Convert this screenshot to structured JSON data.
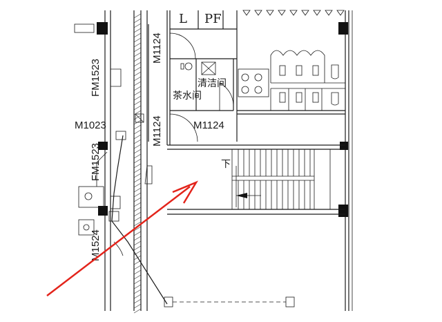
{
  "labels": {
    "room_l": "L",
    "room_pf": "PF",
    "door_m1124_top": "M1124",
    "door_m1124_mid": "M1124",
    "door_m1124_side": "M1124",
    "door_fm1523_top": "FM1523",
    "door_fm1523_mid": "FM1523",
    "door_m1023": "M1023",
    "door_m1524": "M1524",
    "room_tea": "茶水间",
    "room_clean": "清洁间",
    "stair_down": "下"
  },
  "colors": {
    "line": "#1a1a1a",
    "arrow": "#e3241b",
    "background": "#ffffff"
  }
}
